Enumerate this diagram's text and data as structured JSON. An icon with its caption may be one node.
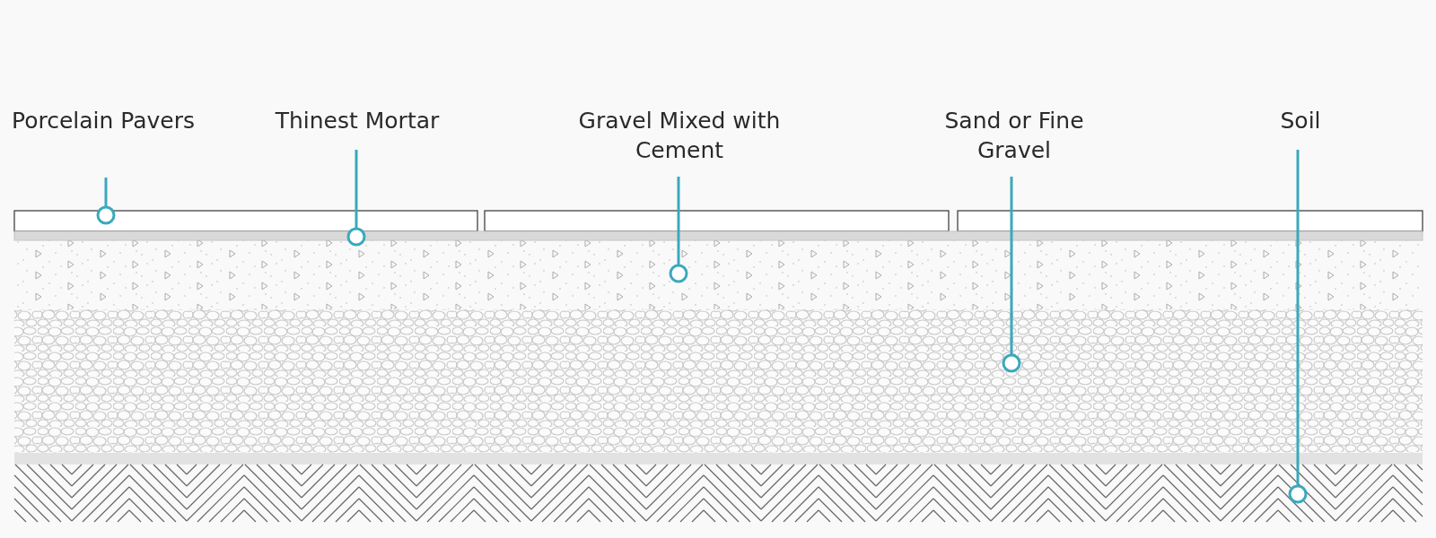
{
  "diagram": {
    "nodes": [
      {
        "text": [
          "Porcelain Pavers"
        ]
      },
      {
        "text": [
          "Thinest Mortar"
        ]
      },
      {
        "text": [
          "Gravel Mixed with Cement"
        ]
      },
      {
        "text": [
          "Sand or Fine Gravel"
        ]
      },
      {
        "text": [
          "Soil"
        ]
      },
      {
        "text": [],
        "shape": "box"
      },
      {
        "text": [],
        "shape": "box"
      },
      {
        "text": [],
        "shape": "box"
      },
      {
        "text": [],
        "shape": "bar"
      },
      {
        "text": [],
        "shape": "box"
      },
      {
        "text": [],
        "shape": "box"
      },
      {
        "text": [],
        "shape": "box"
      }
    ],
    "edges": [
      {
        "from": 0,
        "to": 5,
        "arrow": "other"
      },
      {
        "from": 1,
        "to": 8,
        "arrow": "other"
      },
      {
        "from": 2,
        "to": 9,
        "arrow": "other"
      },
      {
        "from": 3,
        "to": 10,
        "arrow": "other"
      },
      {
        "from": 4,
        "to": 11,
        "arrow": "other"
      }
    ]
  }
}
